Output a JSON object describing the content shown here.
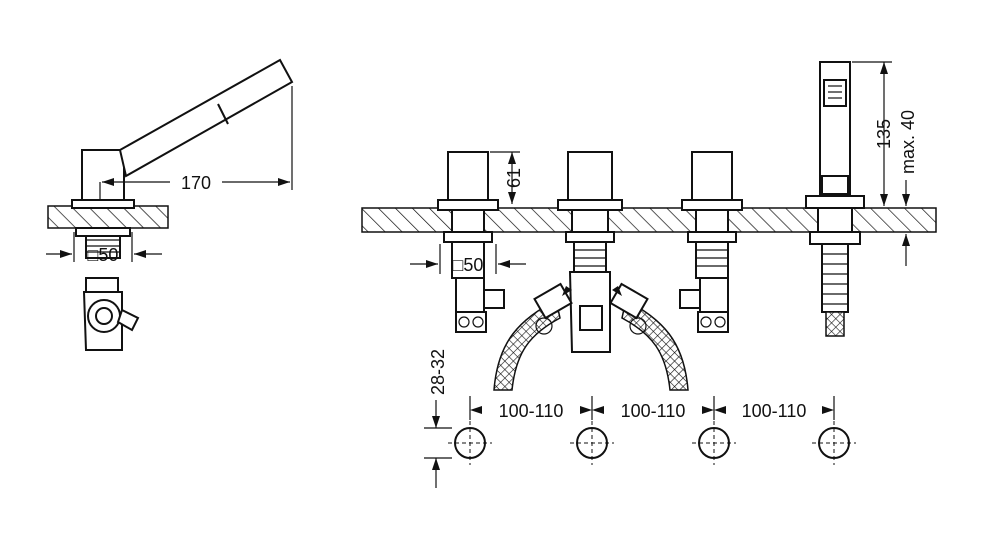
{
  "side_view": {
    "length_label": "170",
    "square_label": "□50"
  },
  "front_view": {
    "square_label": "□50",
    "height_61_label": "61",
    "height_135_label": "135",
    "max40_label": "max. 40",
    "deck_thickness_label": "28-32",
    "spacing_labels": [
      "100-110",
      "100-110",
      "100-110"
    ]
  },
  "colors": {
    "line": "#111111",
    "background": "#ffffff"
  }
}
